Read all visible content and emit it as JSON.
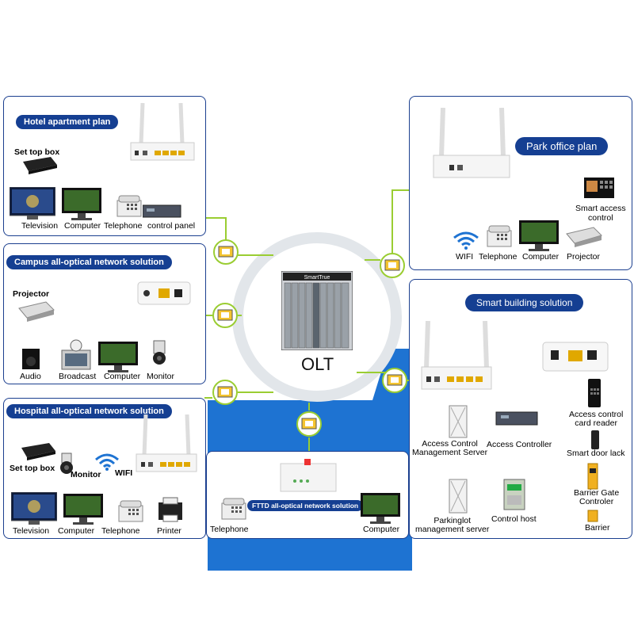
{
  "center": {
    "label": "OLT",
    "device_brand": "SmartTrue"
  },
  "hotel": {
    "title": "Hotel apartment plan",
    "set_top_box": "Set top box",
    "devices": [
      "Television",
      "Computer",
      "Telephone",
      "control panel"
    ]
  },
  "campus": {
    "title": "Campus all-optical network solution",
    "projector": "Projector",
    "devices": [
      "Audio",
      "Broadcast",
      "Computer",
      "Monitor"
    ]
  },
  "hospital": {
    "title": "Hospital all-optical network solution",
    "set_top_box": "Set top box",
    "monitor": "Monitor",
    "wifi": "WIFI",
    "devices": [
      "Television",
      "Computer",
      "Telephone",
      "Printer"
    ]
  },
  "ftth": {
    "title": "FTTD all-optical network solution",
    "telephone": "Telephone",
    "computer": "Computer"
  },
  "park": {
    "title": "Park office plan",
    "access_control": [
      "Smart access",
      "control"
    ],
    "devices": [
      "WIFI",
      "Telephone",
      "Computer",
      "Projector"
    ]
  },
  "smart_building": {
    "title": "Smart building solution",
    "access_server": [
      "Access Control",
      "Management Server"
    ],
    "access_controller": "Access Controller",
    "card_reader": [
      "Access control",
      "card reader"
    ],
    "door_lock": "Smart door lack",
    "parking_server": [
      "Parkinglot",
      "management server"
    ],
    "control_host": "Control host",
    "barrier_controller": [
      "Barrier Gate",
      "Controler"
    ],
    "barrier": "Barrier"
  },
  "colors": {
    "navy": "#153f92",
    "panel_border": "#1b3f8f",
    "fiber": "#9acd32",
    "blue_bg": "#1e73d2",
    "cable_gray": "#b5b5b5"
  }
}
